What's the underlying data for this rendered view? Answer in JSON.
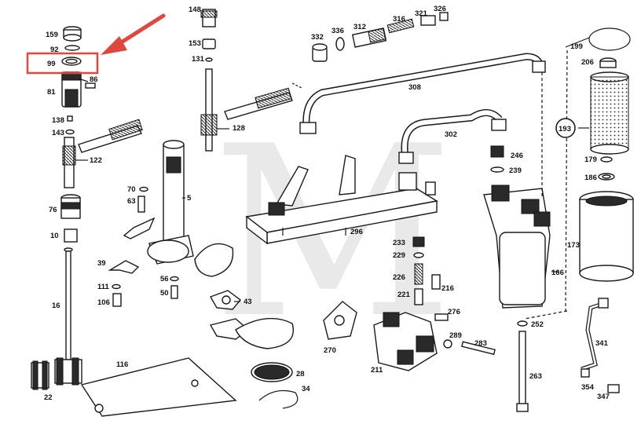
{
  "diagram": {
    "watermark": "M",
    "highlight_color": "#e0473f",
    "highlighted_part": "99",
    "part_labels": [
      {
        "id": "p159",
        "text": "159"
      },
      {
        "id": "p92",
        "text": "92"
      },
      {
        "id": "p99",
        "text": "99"
      },
      {
        "id": "p86",
        "text": "86"
      },
      {
        "id": "p81",
        "text": "81"
      },
      {
        "id": "p138",
        "text": "138"
      },
      {
        "id": "p143",
        "text": "143"
      },
      {
        "id": "p122",
        "text": "122"
      },
      {
        "id": "p76",
        "text": "76"
      },
      {
        "id": "p10",
        "text": "10"
      },
      {
        "id": "p16",
        "text": "16"
      },
      {
        "id": "p22",
        "text": "22"
      },
      {
        "id": "p148",
        "text": "148"
      },
      {
        "id": "p153",
        "text": "153"
      },
      {
        "id": "p131",
        "text": "131"
      },
      {
        "id": "p128",
        "text": "128"
      },
      {
        "id": "p70",
        "text": "70"
      },
      {
        "id": "p63",
        "text": "63"
      },
      {
        "id": "p5",
        "text": "5"
      },
      {
        "id": "p39",
        "text": "39"
      },
      {
        "id": "p111",
        "text": "111"
      },
      {
        "id": "p106",
        "text": "106"
      },
      {
        "id": "p56",
        "text": "56"
      },
      {
        "id": "p50",
        "text": "50"
      },
      {
        "id": "p43",
        "text": "43"
      },
      {
        "id": "p116",
        "text": "116"
      },
      {
        "id": "p28",
        "text": "28"
      },
      {
        "id": "p34",
        "text": "34"
      },
      {
        "id": "p332",
        "text": "332"
      },
      {
        "id": "p336",
        "text": "336"
      },
      {
        "id": "p312",
        "text": "312"
      },
      {
        "id": "p316",
        "text": "316"
      },
      {
        "id": "p321",
        "text": "321"
      },
      {
        "id": "p326",
        "text": "326"
      },
      {
        "id": "p308",
        "text": "308"
      },
      {
        "id": "p302",
        "text": "302"
      },
      {
        "id": "p296",
        "text": "296"
      },
      {
        "id": "p246",
        "text": "246"
      },
      {
        "id": "p239",
        "text": "239"
      },
      {
        "id": "p233",
        "text": "233"
      },
      {
        "id": "p229",
        "text": "229"
      },
      {
        "id": "p226",
        "text": "226"
      },
      {
        "id": "p221",
        "text": "221"
      },
      {
        "id": "p216",
        "text": "216"
      },
      {
        "id": "p270",
        "text": "270"
      },
      {
        "id": "p211",
        "text": "211"
      },
      {
        "id": "p276",
        "text": "276"
      },
      {
        "id": "p289",
        "text": "289"
      },
      {
        "id": "p283",
        "text": "283"
      },
      {
        "id": "p166",
        "text": "166"
      },
      {
        "id": "p252",
        "text": "252"
      },
      {
        "id": "p263",
        "text": "263"
      },
      {
        "id": "p199",
        "text": "199"
      },
      {
        "id": "p206",
        "text": "206"
      },
      {
        "id": "p193",
        "text": "193"
      },
      {
        "id": "p179",
        "text": "179"
      },
      {
        "id": "p186",
        "text": "186"
      },
      {
        "id": "p173",
        "text": "173"
      },
      {
        "id": "p341",
        "text": "341"
      },
      {
        "id": "p354",
        "text": "354"
      },
      {
        "id": "p347",
        "text": "347"
      }
    ]
  }
}
